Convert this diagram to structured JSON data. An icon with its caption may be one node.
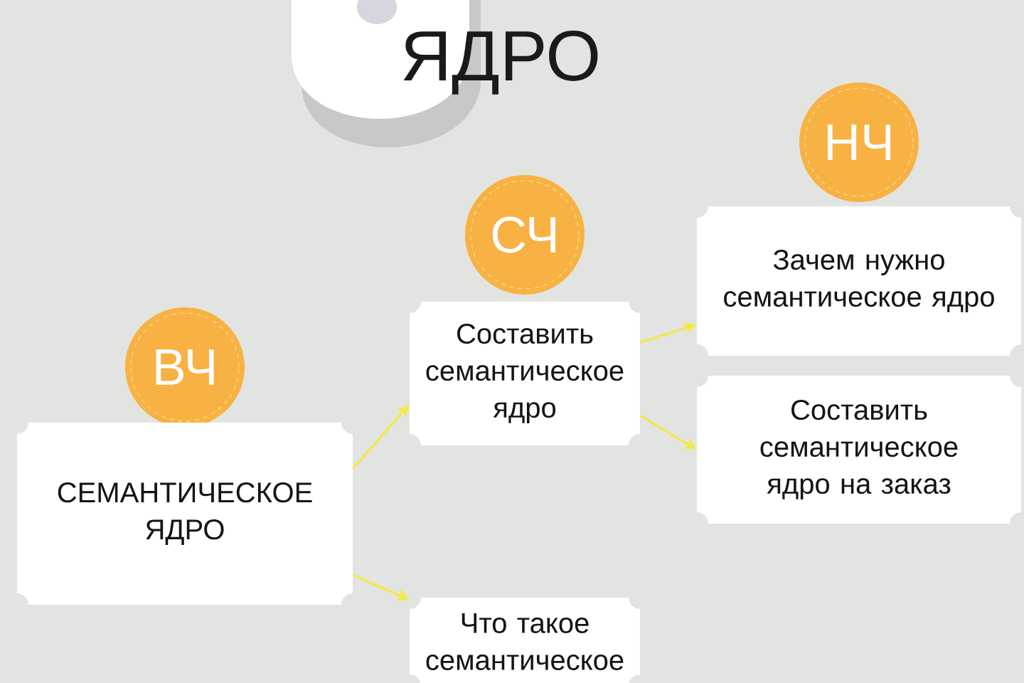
{
  "diagram": {
    "title": "ЯДРО",
    "nodes": [
      {
        "text": [
          "ВЧ"
        ]
      },
      {
        "text": [
          "СЕМАНТИЧЕСКОЕ ЯДРО"
        ]
      },
      {
        "text": [
          "СЧ"
        ]
      },
      {
        "text": [
          "Составить семантическое ядро"
        ]
      },
      {
        "text": [
          "НЧ"
        ]
      },
      {
        "text": [
          "Зачем нужно семантическое ядро"
        ]
      },
      {
        "text": [
          "Составить семантическое ядро на заказ"
        ]
      },
      {
        "text": [
          "Что такое семантическое"
        ]
      }
    ],
    "edges": [
      {
        "from": 1,
        "to": 3,
        "arrow": "to"
      },
      {
        "from": 1,
        "to": 7,
        "arrow": "to"
      },
      {
        "from": 3,
        "to": 5,
        "arrow": "to"
      },
      {
        "from": 3,
        "to": 6,
        "arrow": "to"
      }
    ]
  }
}
